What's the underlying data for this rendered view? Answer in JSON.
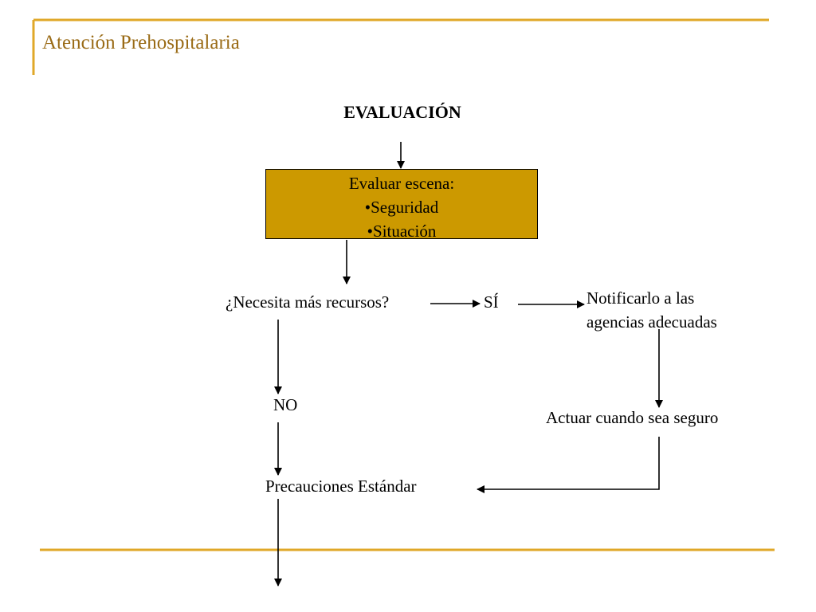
{
  "slide": {
    "title": "Atención Prehospitalaria",
    "accent_color": "#cc9900",
    "line_color": "#e0a829",
    "title_color": "#9a6b16"
  },
  "flow": {
    "heading": "EVALUACIÓN",
    "box": {
      "title": "Evaluar escena:",
      "items": [
        "•Seguridad",
        "•Situación"
      ]
    },
    "question": "¿Necesita más recursos?",
    "yes": "SÍ",
    "notify": [
      "Notificarlo a las",
      "agencias adecuadas"
    ],
    "no": "NO",
    "act": "Actuar cuando sea seguro",
    "precautions": "Precauciones Estándar"
  }
}
